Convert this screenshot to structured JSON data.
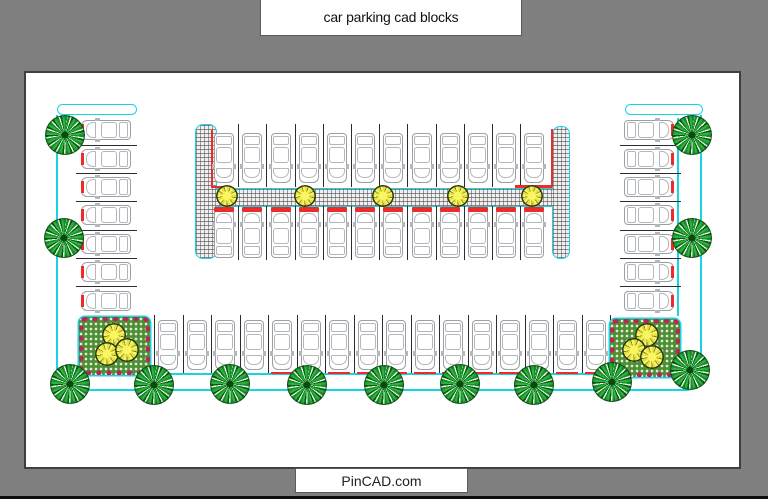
{
  "header": {
    "title": "car parking cad blocks"
  },
  "footer": {
    "brand": "PinCAD.com"
  },
  "colors": {
    "page_background": "#7f7f7f",
    "canvas": "#ffffff",
    "outline_cyan": "#17d3e6",
    "accent_red": "#ee2b2b",
    "car_outline_gray": "#9aa0a6",
    "stall_divider": "#2c2c2c",
    "planter_border_magenta": "#c21f5e",
    "planter_green": "#4e8f33",
    "tree_green": "#17922a",
    "shrub_yellow": "#e5e23c"
  },
  "plan": {
    "type": "parking-lot-site-plan",
    "left_column": {
      "stalls": 7,
      "cars": 7,
      "orientation": "facing-left"
    },
    "right_column": {
      "stalls": 7,
      "cars": 7,
      "orientation": "facing-right"
    },
    "bottom_row": {
      "stalls": 16,
      "cars": 16,
      "orientation": "facing-down"
    },
    "center_island": {
      "top_row_cars": 12,
      "bottom_row_cars": 12,
      "walkway_shrubs": 5,
      "hatched_walkway": true
    },
    "planters": [
      {
        "shrubs": 3
      },
      {
        "shrubs": 3
      }
    ],
    "trees": {
      "left_edge": 2,
      "right_edge": 2,
      "bottom_edge": 9,
      "total": 13
    }
  }
}
